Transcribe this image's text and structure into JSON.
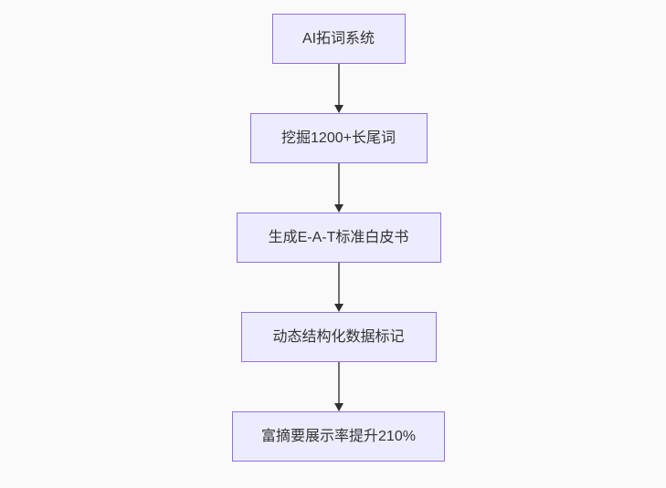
{
  "flowchart": {
    "direction": "top-down",
    "nodes": [
      {
        "label": "AI拓词系统"
      },
      {
        "label": "挖掘1200+长尾词"
      },
      {
        "label": "生成E-A-T标准白皮书"
      },
      {
        "label": "动态结构化数据标记"
      },
      {
        "label": "富摘要展示率提升210%"
      }
    ],
    "edges": [
      {
        "from": "AI拓词系统",
        "to": "挖掘1200+长尾词"
      },
      {
        "from": "挖掘1200+长尾词",
        "to": "生成E-A-T标准白皮书"
      },
      {
        "from": "生成E-A-T标准白皮书",
        "to": "动态结构化数据标记"
      },
      {
        "from": "动态结构化数据标记",
        "to": "富摘要展示率提升210%"
      }
    ],
    "colors": {
      "node_fill": "#ECECFF",
      "node_border": "#9370DB",
      "arrow_line": "#707070",
      "arrow_head": "#2f2f2f",
      "text": "#333333",
      "background": "#fafafa"
    }
  }
}
